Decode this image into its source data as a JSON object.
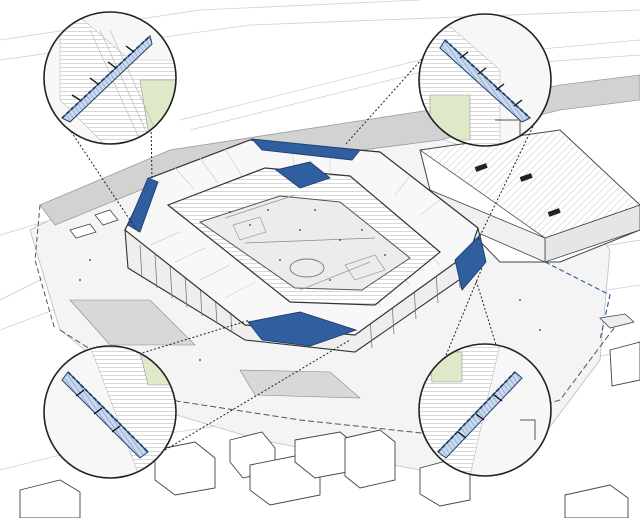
{
  "diagram": {
    "kind": "axonometric stadium diagram with four magnified corner details",
    "callouts": [
      {
        "id": "callout-top-left",
        "corner": "north-west"
      },
      {
        "id": "callout-top-right",
        "corner": "north-east"
      },
      {
        "id": "callout-bottom-left",
        "corner": "south-west"
      },
      {
        "id": "callout-bottom-right",
        "corner": "south-east"
      }
    ],
    "colors": {
      "background": "#ffffff",
      "line": "#3a3a3a",
      "light_line": "#b9b9b9",
      "terrain": "#f3f3f3",
      "road": "#cfcfcf",
      "roof": "#f7f7f7",
      "facade": "#eeeeee",
      "pitch": "#e9e9e9",
      "accent_blue": "#2f5f9e",
      "accent_blue_light": "#9fb9da",
      "lawn": "#dde9c8",
      "parking_dark": "#222222"
    }
  }
}
